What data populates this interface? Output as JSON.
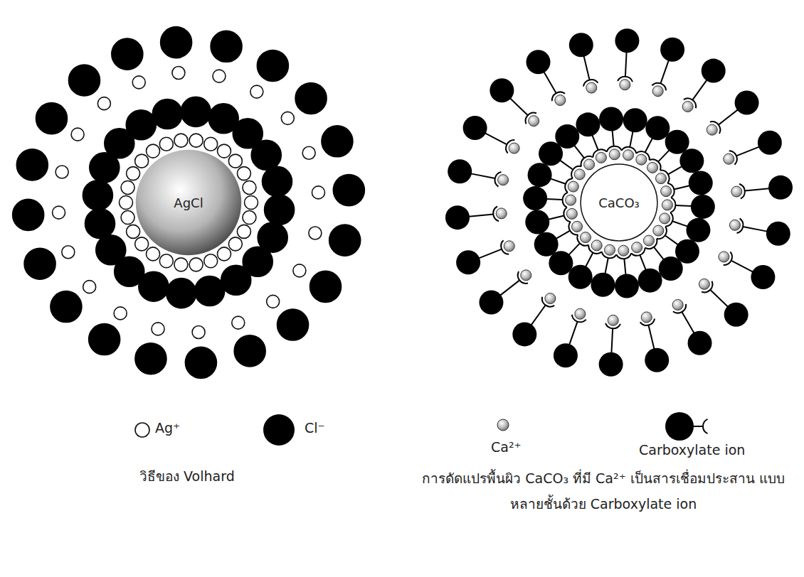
{
  "diagram": {
    "nodes": [
      {
        "text": [
          "AgCl"
        ]
      },
      {
        "text": [
          "CaCO₃"
        ]
      }
    ],
    "labels": [
      "วิธีของ Volhard",
      "การดัดแปรพื้นผิว CaCO₃ ที่มี Ca²⁺ เป็นสารเชื่อมประสาน แบบหลายชั้นด้วย Carboxylate ion"
    ],
    "legend": [
      {
        "text": "Ag⁺"
      },
      {
        "text": "Cl⁻"
      },
      {
        "text": "Ca²⁺"
      },
      {
        "text": "Carboxylate ion"
      }
    ]
  }
}
